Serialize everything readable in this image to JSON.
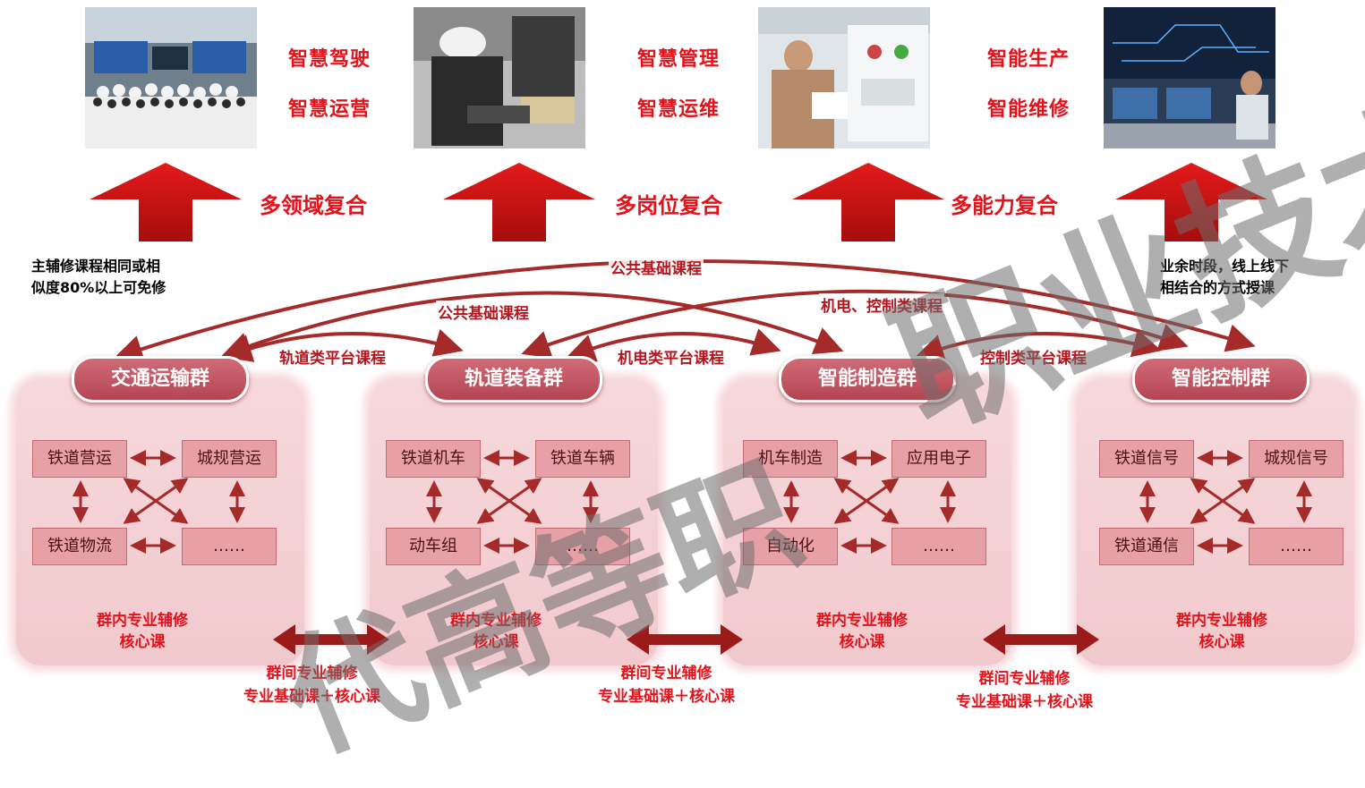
{
  "top_labels": [
    {
      "line1": "智慧驾驶",
      "line2": "智慧运营"
    },
    {
      "line1": "智慧管理",
      "line2": "智慧运维"
    },
    {
      "line1": "智能生产",
      "line2": "智能维修"
    }
  ],
  "composites": [
    "多领域复合",
    "多岗位复合",
    "多能力复合"
  ],
  "notes": {
    "left": [
      "主辅修课程相同或相",
      "似度80%以上可免修"
    ],
    "right": [
      "业余时段，线上线下",
      "相结合的方式授课"
    ]
  },
  "curve_labels": {
    "public_outer": "公共基础课程",
    "public_inner": "公共基础课程",
    "mech_control": "机电、控制类课程",
    "track_platform": "轨道类平台课程",
    "mech_platform": "机电类平台课程",
    "control_platform": "控制类平台课程"
  },
  "groups": [
    {
      "title": "交通运输群",
      "boxes": [
        "铁道营运",
        "城规营运",
        "铁道物流",
        "……"
      ],
      "core": [
        "群内专业辅修",
        "核心课"
      ]
    },
    {
      "title": "轨道装备群",
      "boxes": [
        "铁道机车",
        "铁道车辆",
        "动车组",
        "……"
      ],
      "core": [
        "群内专业辅修",
        "核心课"
      ]
    },
    {
      "title": "智能制造群",
      "boxes": [
        "机车制造",
        "应用电子",
        "自动化",
        "……"
      ],
      "core": [
        "群内专业辅修",
        "核心课"
      ]
    },
    {
      "title": "智能控制群",
      "boxes": [
        "铁道信号",
        "城规信号",
        "铁道通信",
        "……"
      ],
      "core": [
        "群内专业辅修",
        "核心课"
      ]
    }
  ],
  "between": [
    {
      "line1": "群间专业辅修",
      "line2": "专业基础课＋核心课"
    },
    {
      "line1": "群间专业辅修",
      "line2": "专业基础课＋核心课"
    },
    {
      "line1": "群间专业辅修",
      "line2": "专业基础课＋核心课"
    }
  ],
  "watermark": "职业技术",
  "watermark2": "代高等职",
  "colors": {
    "red": "#e3121b",
    "dark_red": "#b3161d",
    "panel": "#f4d0d4",
    "box": "#e8a0a7"
  }
}
